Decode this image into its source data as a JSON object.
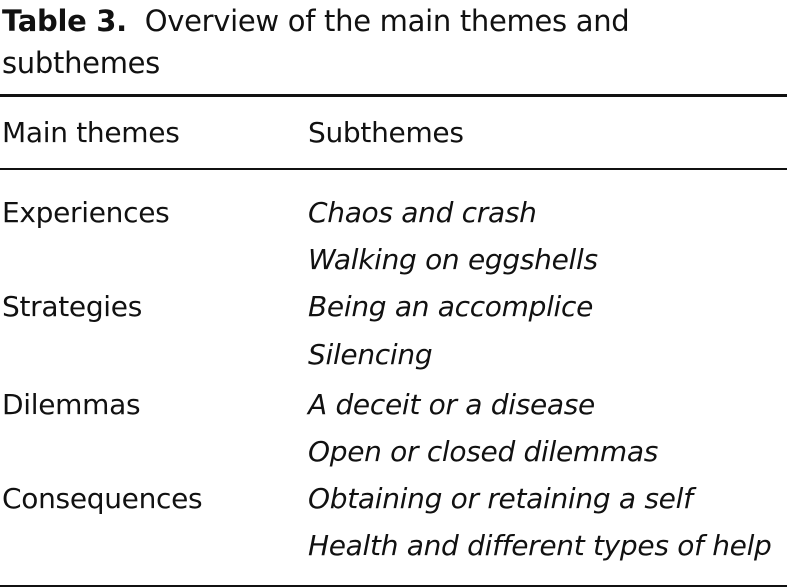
{
  "caption": {
    "label": "Table 3.",
    "text": "Overview of the main themes and subthemes"
  },
  "table": {
    "headers": [
      "Main themes",
      "Subthemes"
    ],
    "rows": [
      {
        "main": "Experiences",
        "subthemes": [
          "Chaos and crash",
          "Walking on eggshells"
        ]
      },
      {
        "main": "Strategies",
        "subthemes": [
          "Being an accomplice",
          "Silencing"
        ]
      },
      {
        "main": "Dilemmas",
        "subthemes": [
          "A deceit or a disease",
          "Open or closed dilemmas"
        ]
      },
      {
        "main": "Consequences",
        "subthemes": [
          "Obtaining or retaining a self",
          "Health and different types of help"
        ]
      }
    ]
  }
}
